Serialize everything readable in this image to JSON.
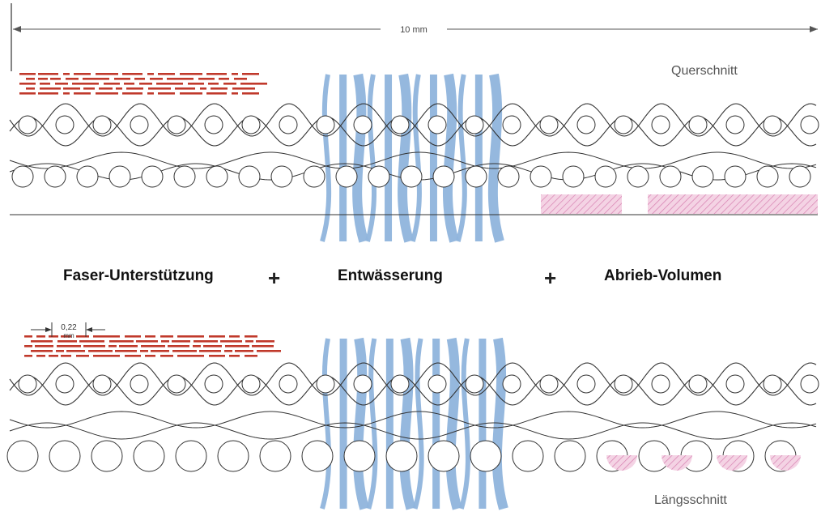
{
  "scale_label": "10 mm",
  "top_section_label": "Querschnitt",
  "bottom_section_label": "Längsschnitt",
  "criteria": {
    "fiber_support": "Faser-Unterstützung",
    "plus_1": "+",
    "drainage": "Entwässerung",
    "plus_2": "+",
    "abrasion_volume": "Abrieb-Volumen"
  },
  "thread_dimension": {
    "value": "0,22",
    "unit": "mm"
  },
  "colors": {
    "fiber": "#c0392b",
    "drainage": "#8fb4dc",
    "abrasion": "#e7a7c7",
    "outline": "#333333"
  }
}
